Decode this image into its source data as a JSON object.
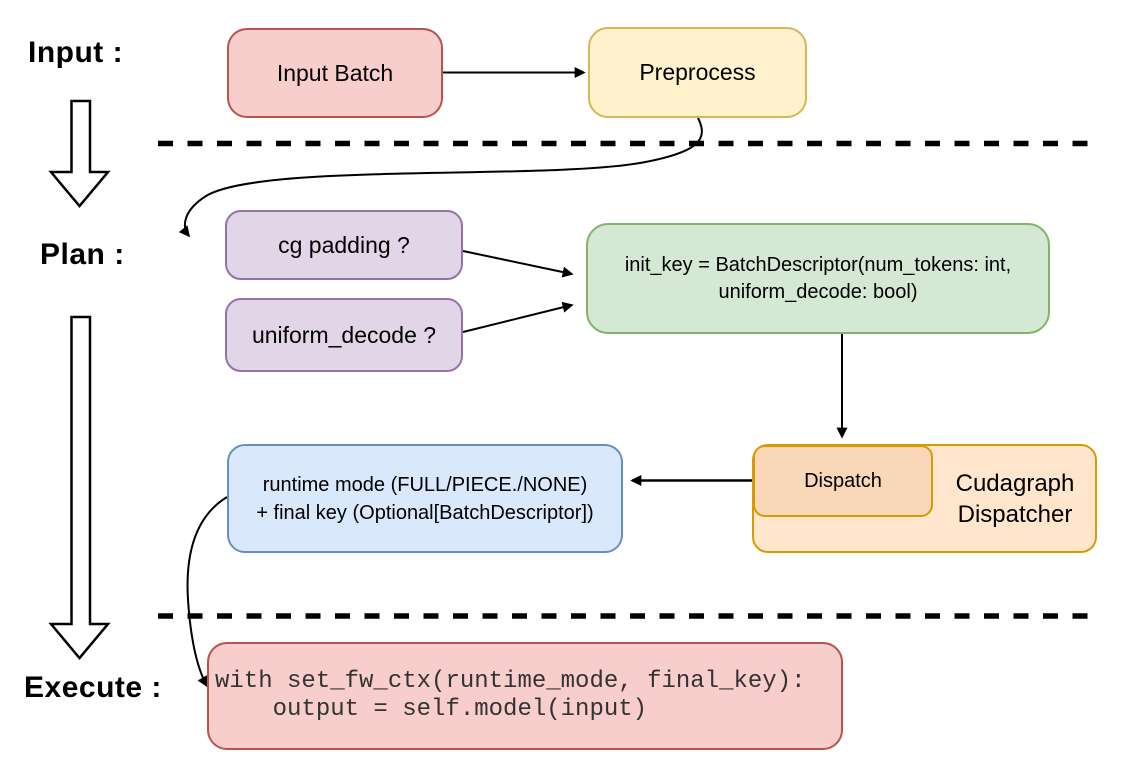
{
  "diagram": {
    "stages": {
      "input": "Input :",
      "plan": "Plan :",
      "execute": "Execute :"
    },
    "nodes": {
      "input_batch": {
        "label": "Input Batch"
      },
      "preprocess": {
        "label": "Preprocess"
      },
      "cg_padding": {
        "label": "cg padding ?"
      },
      "uniform_decode": {
        "label": "uniform_decode ?"
      },
      "init_key": {
        "line1": "init_key = BatchDescriptor(num_tokens: int,",
        "line2": "uniform_decode: bool)"
      },
      "runtime_mode": {
        "line1": "runtime mode (FULL/PIECE./NONE)",
        "line2": "+ final key (Optional[BatchDescriptor])"
      },
      "dispatch": {
        "label": "Dispatch"
      },
      "cudagraph_dispatcher": {
        "line1": "Cudagraph",
        "line2": "Dispatcher"
      },
      "execute_code": {
        "line1": "with set_fw_ctx(runtime_mode, final_key):",
        "line2": "    output = self.model(input)"
      }
    },
    "palette": {
      "red_fill": "#f8cecc",
      "red_stroke": "#b85450",
      "yellow_fill": "#fff2cc",
      "yellow_stroke": "#d6b656",
      "purple_fill": "#e1d5e7",
      "purple_stroke": "#9673a6",
      "green_fill": "#d5e8d4",
      "green_stroke": "#82b366",
      "blue_fill": "#dae8fc",
      "blue_stroke": "#6c8ebf",
      "orange_fill": "#ffe6cc",
      "orange_inner_fill": "#fad7b8",
      "orange_stroke": "#d79b00",
      "line_color": "#000000"
    }
  }
}
